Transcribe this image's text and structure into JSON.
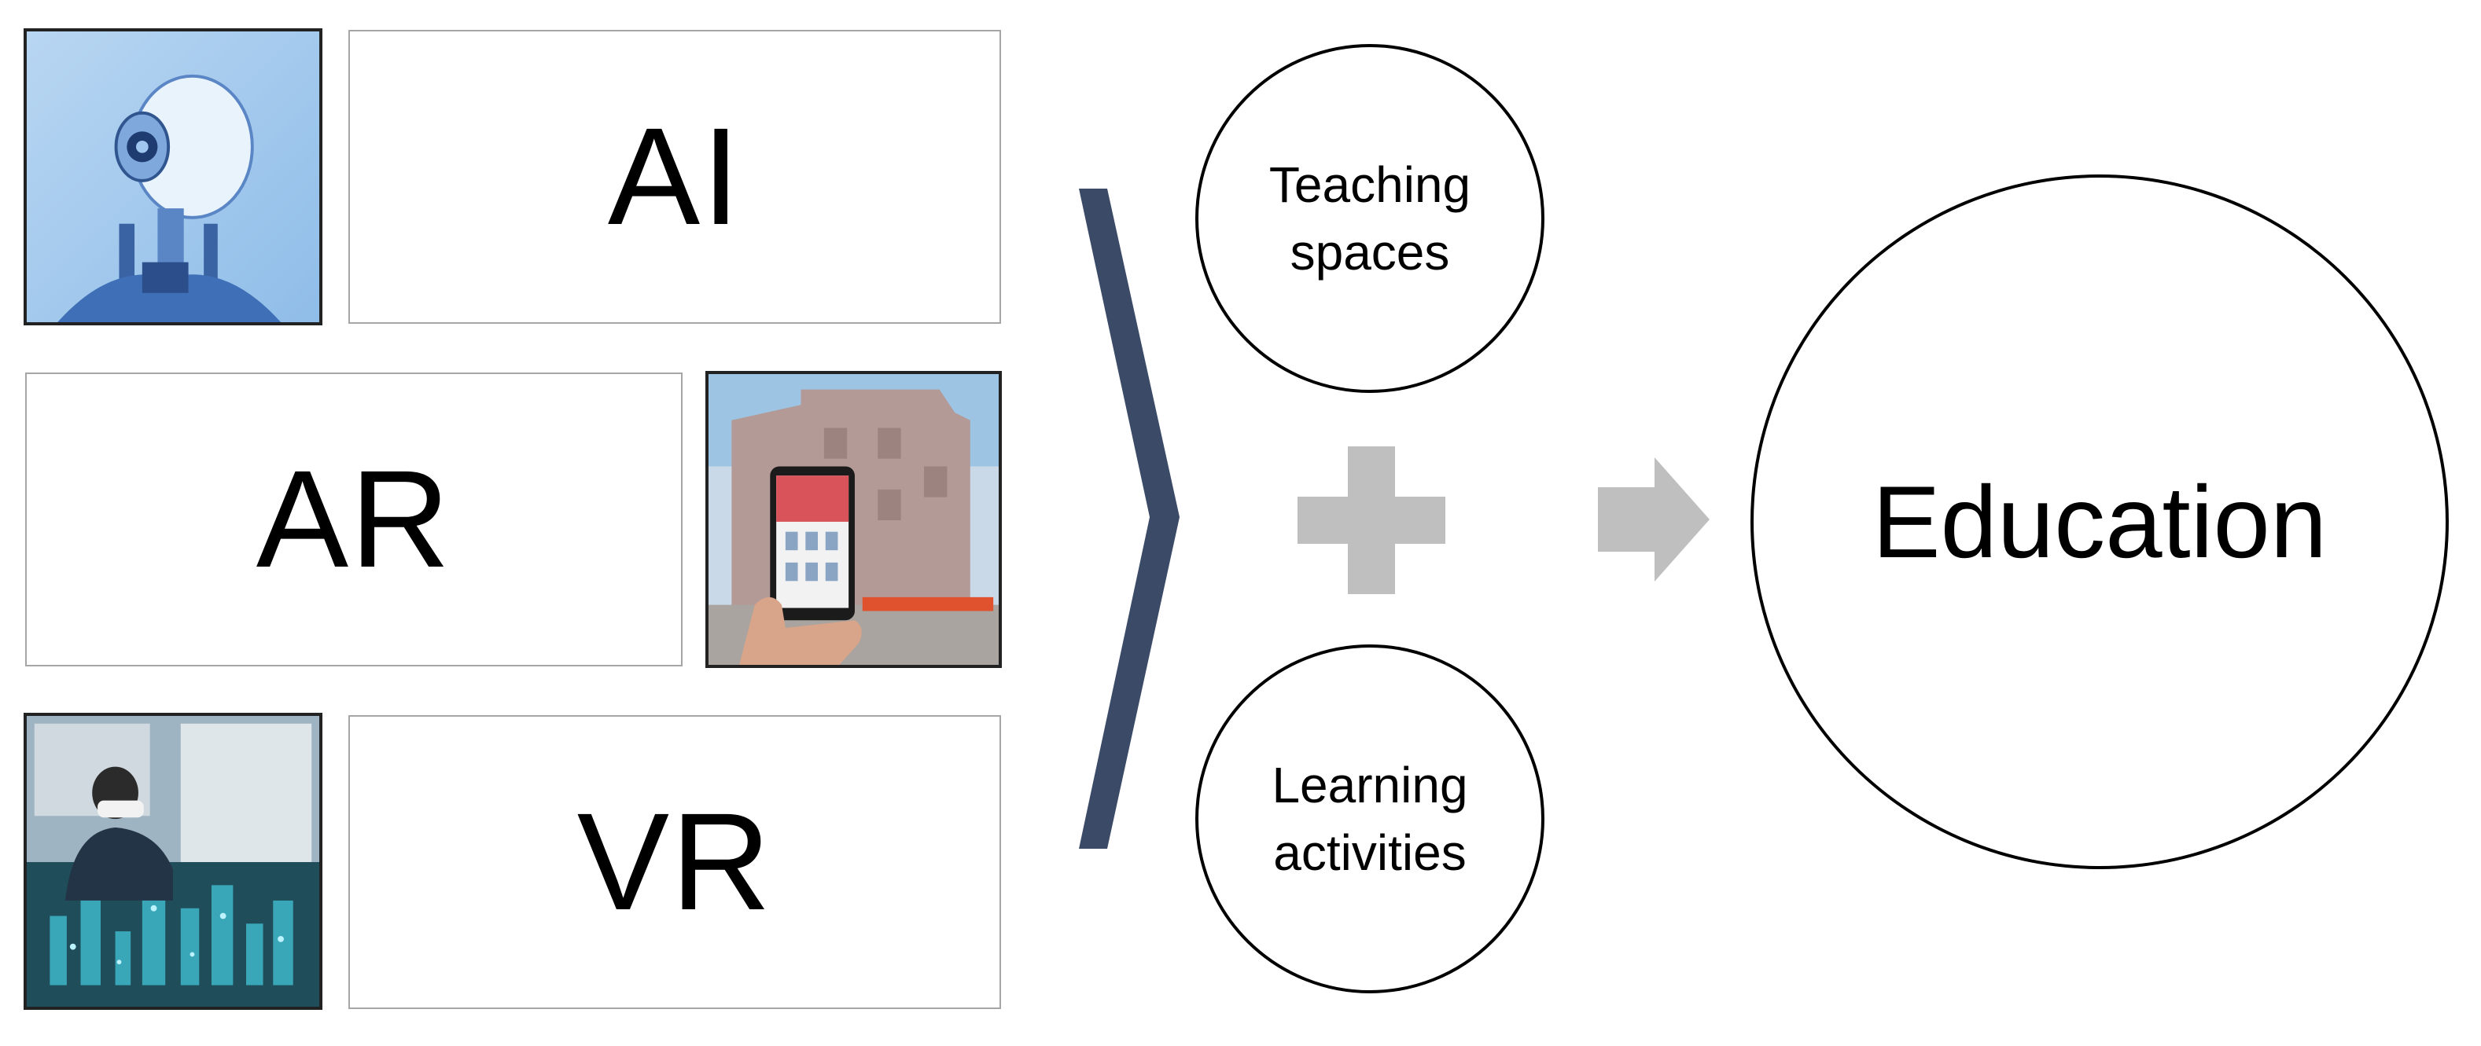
{
  "technologies": [
    {
      "label": "AI",
      "image_icon": "robot-head-image"
    },
    {
      "label": "AR",
      "image_icon": "phone-ar-building-image"
    },
    {
      "label": "VR",
      "image_icon": "vr-headset-city-image"
    }
  ],
  "components": {
    "teaching": "Teaching\nspaces",
    "learning": "Learning\nactivities"
  },
  "operator_icon": "plus-icon",
  "result_arrow_icon": "right-arrow-icon",
  "result": "Education",
  "colors": {
    "chevron": "#3b4a66",
    "operator": "#bfbfbf",
    "box_border": "#a6a6a6",
    "circle_border": "#000000"
  }
}
